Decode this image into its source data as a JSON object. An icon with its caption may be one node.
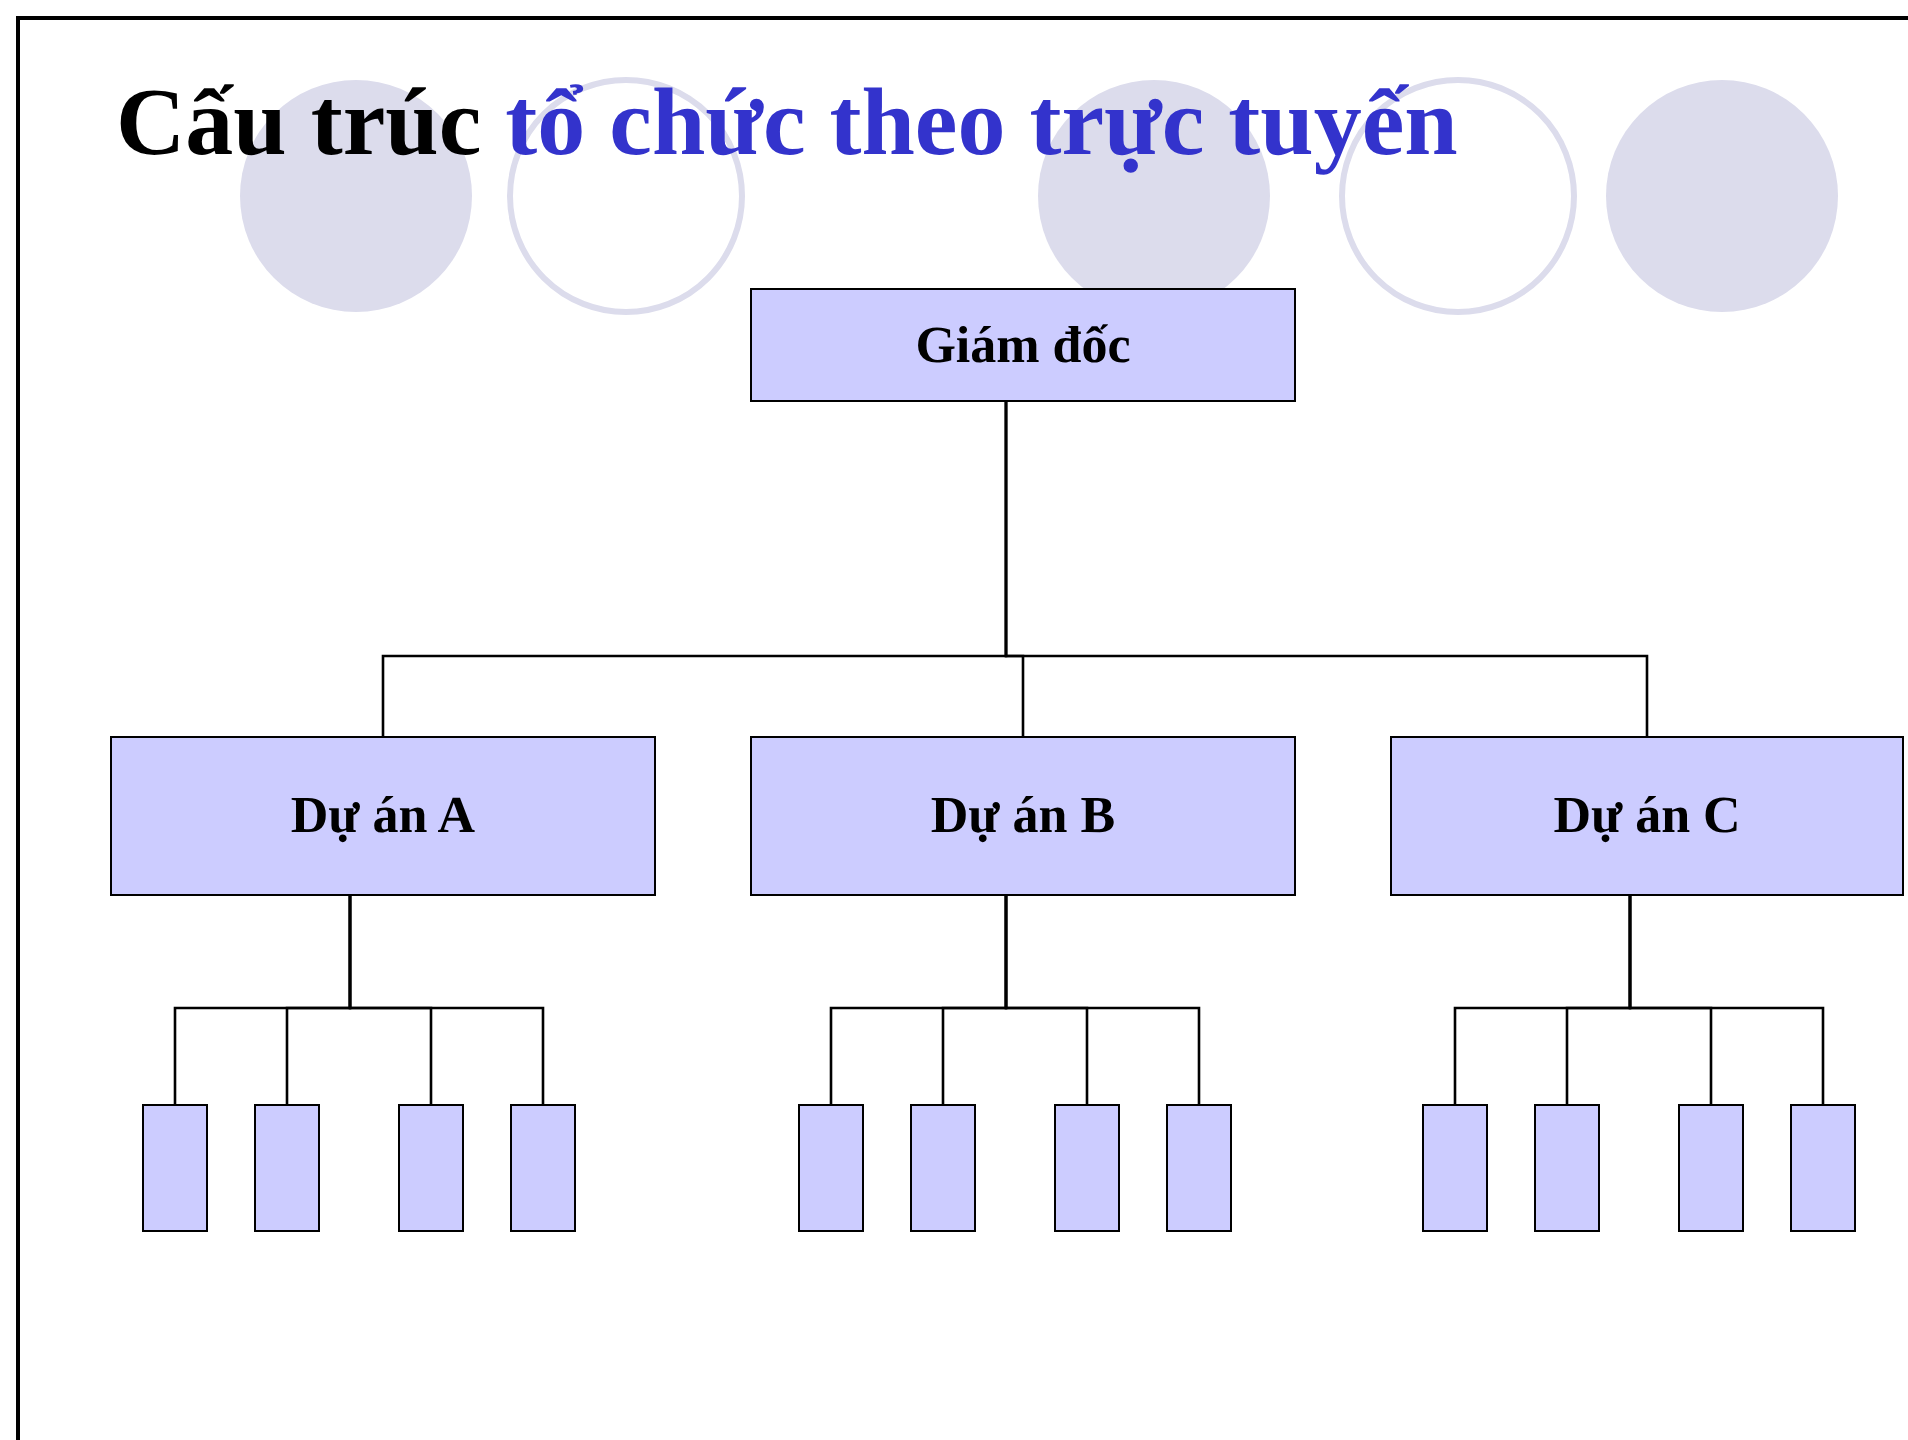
{
  "diagram": {
    "title": "Cấu trúc tổ chức theo trực tuyến",
    "nodes": [
      {
        "text": [
          "Giám đốc"
        ]
      },
      {
        "text": [
          "Dự án A"
        ]
      },
      {
        "text": [
          "Dự án B"
        ]
      },
      {
        "text": [
          "Dự án C"
        ]
      },
      {
        "text": [],
        "shape": "box"
      },
      {
        "text": [],
        "shape": "box"
      },
      {
        "text": [],
        "shape": "box"
      },
      {
        "text": [],
        "shape": "box"
      },
      {
        "text": [],
        "shape": "box"
      },
      {
        "text": [],
        "shape": "box"
      },
      {
        "text": [],
        "shape": "box"
      },
      {
        "text": [],
        "shape": "box"
      },
      {
        "text": [],
        "shape": "box"
      },
      {
        "text": [],
        "shape": "box"
      },
      {
        "text": [],
        "shape": "box"
      },
      {
        "text": [],
        "shape": "box"
      }
    ],
    "edges": [
      {
        "from": 0,
        "to": 1,
        "arrow": "none"
      },
      {
        "from": 0,
        "to": 2,
        "arrow": "none"
      },
      {
        "from": 0,
        "to": 3,
        "arrow": "none"
      },
      {
        "from": 1,
        "to": 4,
        "arrow": "none"
      },
      {
        "from": 1,
        "to": 5,
        "arrow": "none"
      },
      {
        "from": 1,
        "to": 6,
        "arrow": "none"
      },
      {
        "from": 1,
        "to": 7,
        "arrow": "none"
      },
      {
        "from": 2,
        "to": 8,
        "arrow": "none"
      },
      {
        "from": 2,
        "to": 9,
        "arrow": "none"
      },
      {
        "from": 2,
        "to": 10,
        "arrow": "none"
      },
      {
        "from": 2,
        "to": 11,
        "arrow": "none"
      },
      {
        "from": 3,
        "to": 12,
        "arrow": "none"
      },
      {
        "from": 3,
        "to": 13,
        "arrow": "none"
      },
      {
        "from": 3,
        "to": 14,
        "arrow": "none"
      },
      {
        "from": 3,
        "to": 15,
        "arrow": "none"
      }
    ]
  }
}
